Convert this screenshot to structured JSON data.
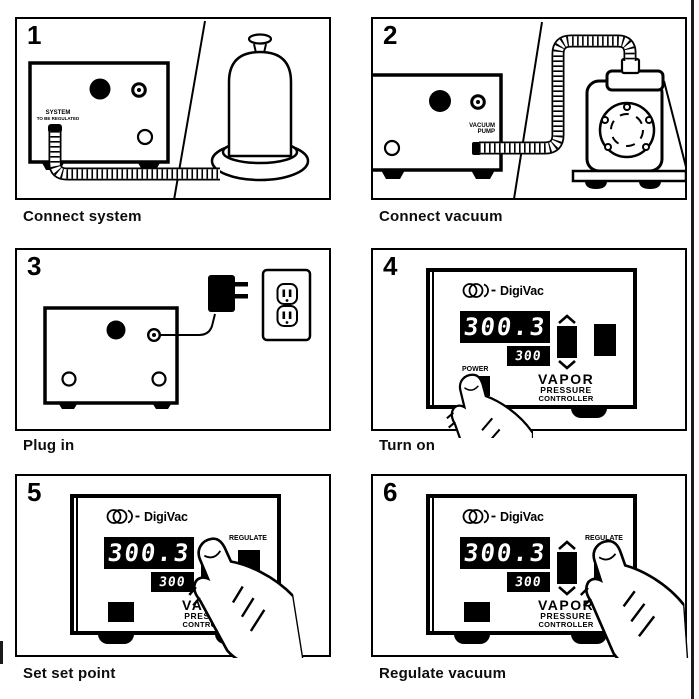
{
  "panels": [
    {
      "number": "1",
      "caption": "Connect system"
    },
    {
      "number": "2",
      "caption": "Connect vacuum"
    },
    {
      "number": "3",
      "caption": "Plug in"
    },
    {
      "number": "4",
      "caption": "Turn on"
    },
    {
      "number": "5",
      "caption": "Set set point"
    },
    {
      "number": "6",
      "caption": "Regulate vacuum"
    }
  ],
  "labels": {
    "system_line1": "SYSTEM",
    "system_line2": "TO BE REGULATED",
    "vacuum_line1": "VACUUM",
    "vacuum_line2": "PUMP"
  },
  "controller": {
    "brand": "DigiVac",
    "main_display": "300.3",
    "set_display": "300",
    "power_label": "POWER",
    "regulate_label": "REGULATE",
    "product_line1": "VAPOR",
    "product_line2": "PRESSURE",
    "product_line3": "CONTROLLER"
  },
  "colors": {
    "ink": "#000000",
    "paper": "#ffffff",
    "display_bg": "#000000",
    "display_fg": "#ffffff"
  }
}
